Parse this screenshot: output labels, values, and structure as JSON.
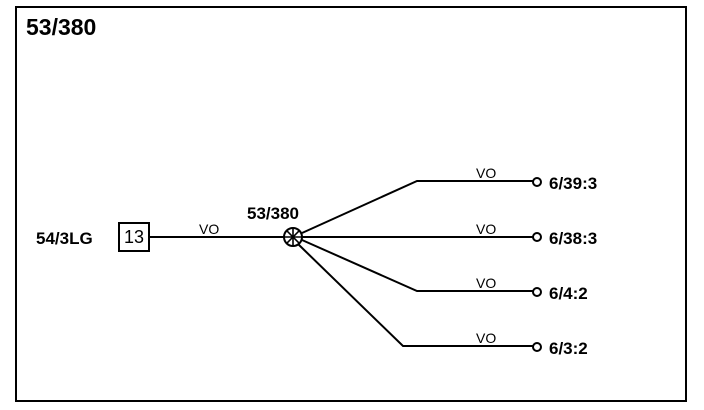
{
  "diagram": {
    "title": "53/380",
    "source_connector": {
      "label": "54/3LG",
      "pin": "13"
    },
    "splice": {
      "label": "53/380",
      "icon": "splice-crossed-circle-icon"
    },
    "input_wire": {
      "color_code": "VO"
    },
    "branches": [
      {
        "color_code": "VO",
        "destination": "6/39:3"
      },
      {
        "color_code": "VO",
        "destination": "6/38:3"
      },
      {
        "color_code": "VO",
        "destination": "6/4:2"
      },
      {
        "color_code": "VO",
        "destination": "6/3:2"
      }
    ]
  }
}
